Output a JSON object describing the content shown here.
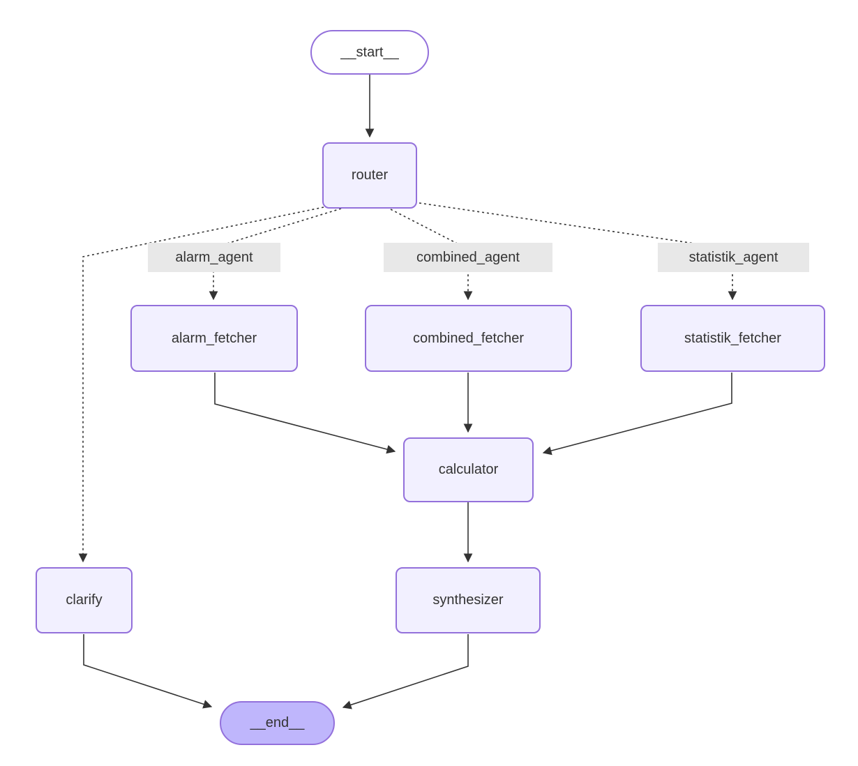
{
  "diagram": {
    "type": "flowchart",
    "direction": "top-down",
    "nodes": {
      "start": {
        "label": "__start__",
        "shape": "pill"
      },
      "router": {
        "label": "router",
        "shape": "rect"
      },
      "alarm_fetcher": {
        "label": "alarm_fetcher",
        "shape": "rect"
      },
      "combined_fetcher": {
        "label": "combined_fetcher",
        "shape": "rect"
      },
      "statistik_fetcher": {
        "label": "statistik_fetcher",
        "shape": "rect"
      },
      "calculator": {
        "label": "calculator",
        "shape": "rect"
      },
      "clarify": {
        "label": "clarify",
        "shape": "rect"
      },
      "synthesizer": {
        "label": "synthesizer",
        "shape": "rect"
      },
      "end": {
        "label": "__end__",
        "shape": "pill"
      }
    },
    "edge_labels": {
      "alarm_agent": "alarm_agent",
      "combined_agent": "combined_agent",
      "statistik_agent": "statistik_agent"
    },
    "edges": [
      {
        "from": "__start__",
        "to": "router",
        "style": "solid"
      },
      {
        "from": "router",
        "to": "clarify",
        "style": "dotted"
      },
      {
        "from": "router",
        "to": "alarm_fetcher",
        "style": "dotted",
        "label": "alarm_agent"
      },
      {
        "from": "router",
        "to": "combined_fetcher",
        "style": "dotted",
        "label": "combined_agent"
      },
      {
        "from": "router",
        "to": "statistik_fetcher",
        "style": "dotted",
        "label": "statistik_agent"
      },
      {
        "from": "alarm_fetcher",
        "to": "calculator",
        "style": "solid"
      },
      {
        "from": "combined_fetcher",
        "to": "calculator",
        "style": "solid"
      },
      {
        "from": "statistik_fetcher",
        "to": "calculator",
        "style": "solid"
      },
      {
        "from": "calculator",
        "to": "synthesizer",
        "style": "solid"
      },
      {
        "from": "clarify",
        "to": "__end__",
        "style": "solid"
      },
      {
        "from": "synthesizer",
        "to": "__end__",
        "style": "solid"
      }
    ],
    "colors": {
      "node_fill": "#f2f0ff",
      "node_border": "#9370db",
      "start_fill": "#ffffff",
      "end_fill": "#bfb6fc",
      "edge_stroke": "#333333",
      "edge_label_bg": "#e8e8e8",
      "text": "#333333",
      "background": "#ffffff"
    }
  }
}
